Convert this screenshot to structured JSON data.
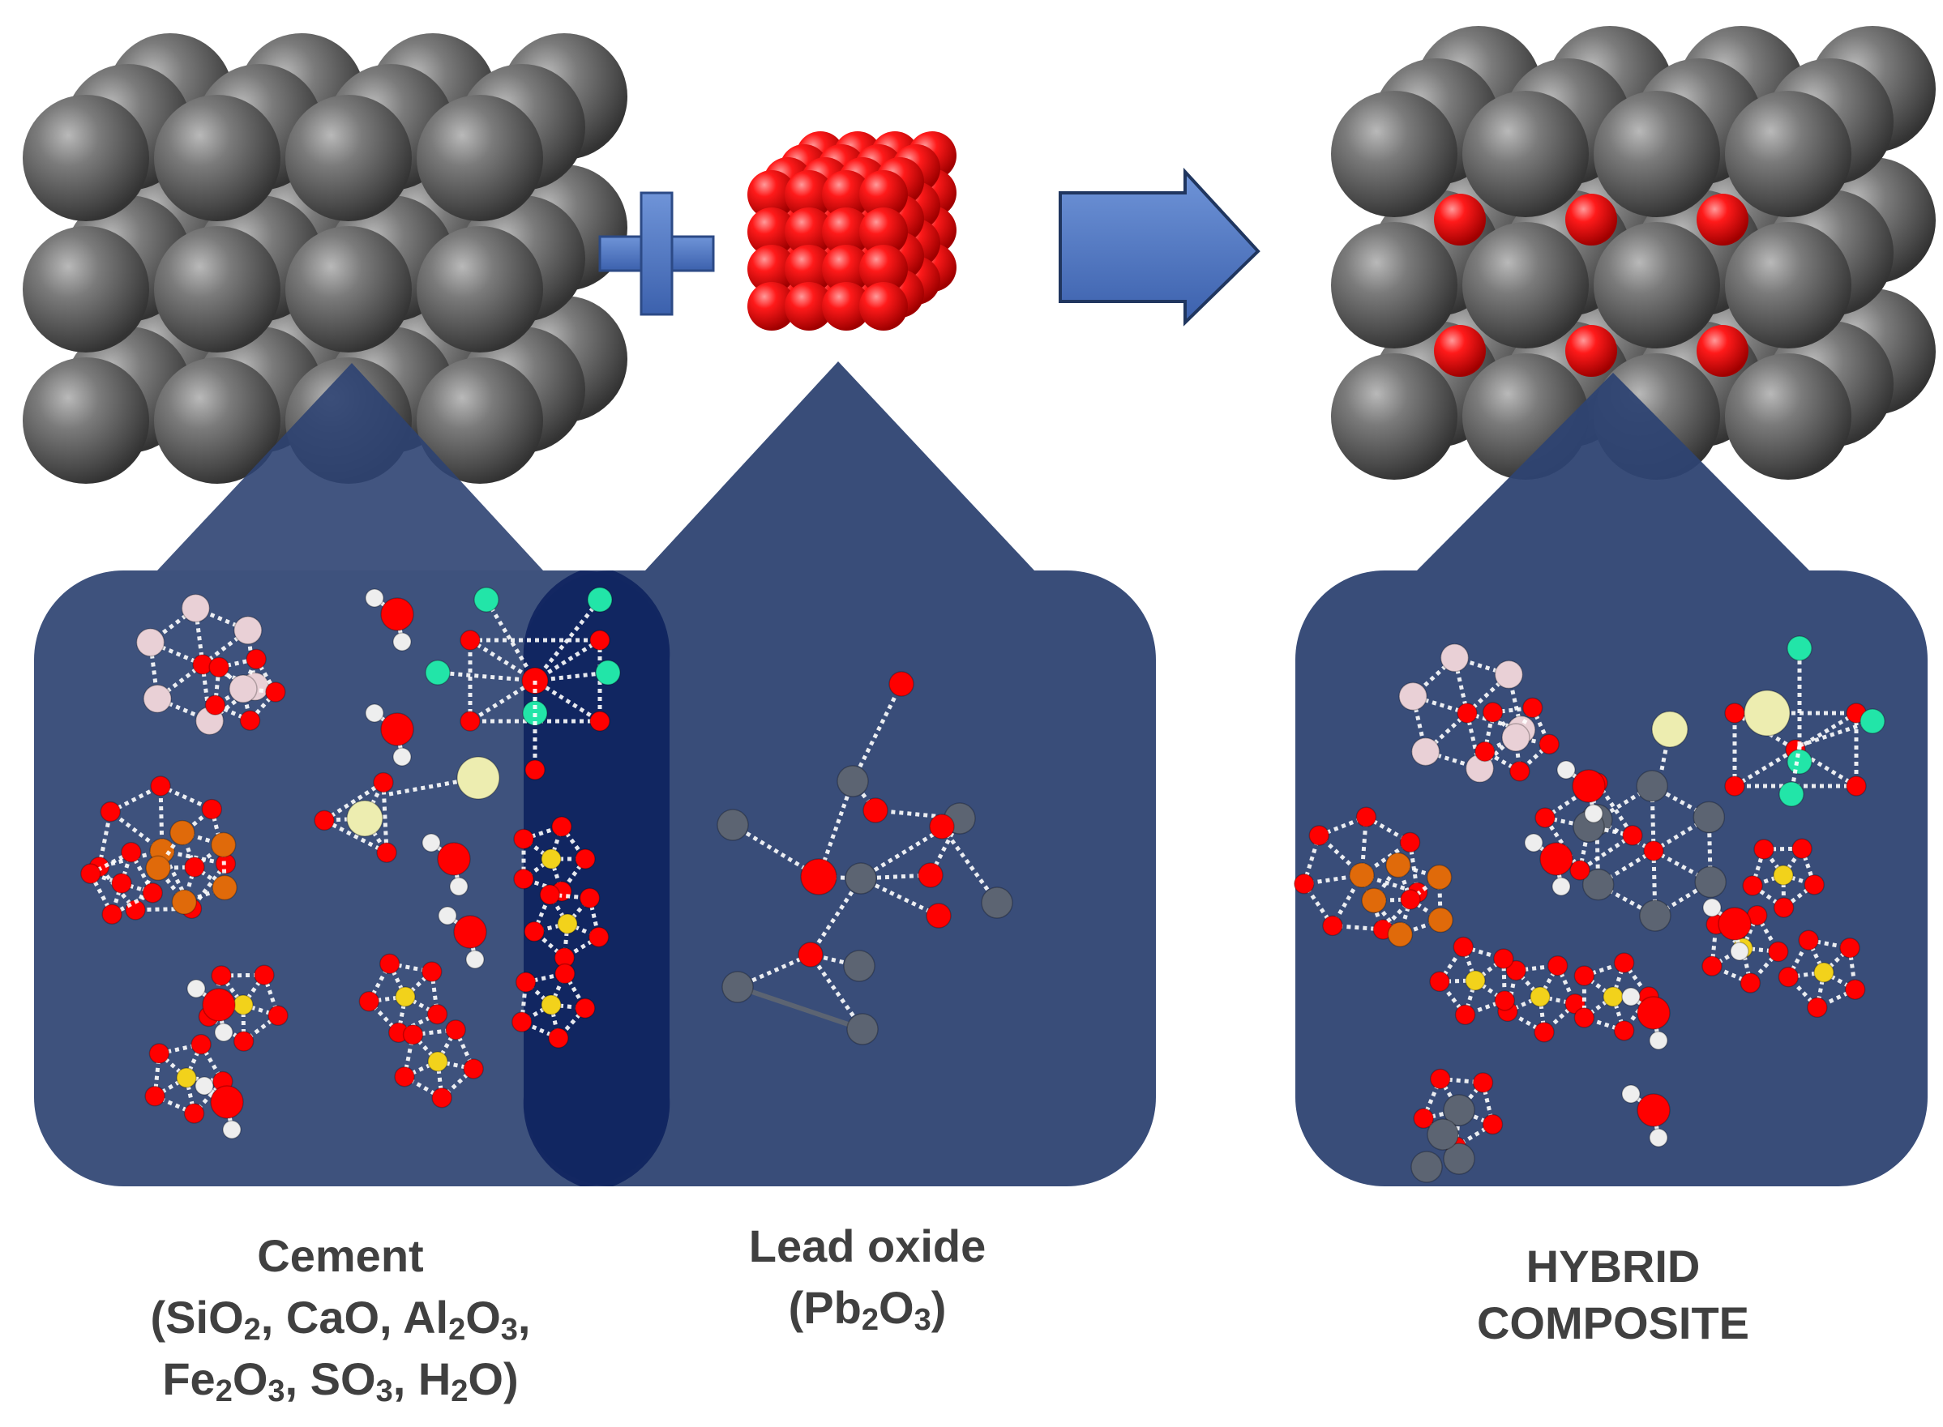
{
  "colors": {
    "sphere": "#5f5f5f",
    "lead_oxide_sphere": "#e00000",
    "panel": "#2e4372",
    "panel_overlap": "#0f2460",
    "arrow": "#4a73bf",
    "oxygen": "#ff0000",
    "silicon": "#f2d21b",
    "iron": "#e06a0a",
    "aluminium": "#e9d0d6",
    "calcium": "#ededb0",
    "hydrogen": "#eeeeee",
    "lead": "#5c6472",
    "chlorine": "#22e5a8",
    "caption_text": "#404040"
  },
  "icons": [
    "plus-icon",
    "right-arrow-icon"
  ],
  "captions": {
    "cement": {
      "title": "Cement",
      "line2": {
        "open": "(",
        "si": "SiO",
        "n2": "2",
        "c1": ", CaO, Al",
        "n2b": "2",
        "o": "O",
        "n3": "3",
        "c2": ","
      },
      "line3": {
        "fe": "Fe",
        "n2": "2",
        "o": "O",
        "n3": "3",
        "c1": ", SO",
        "n3b": "3",
        "c2": ", H",
        "n2b": "2",
        "close": "O)"
      }
    },
    "lead_oxide": {
      "title": "Lead oxide",
      "formula": {
        "open": "(Pb",
        "n2": "2",
        "o": "O",
        "n3": "3",
        "close": ")"
      }
    },
    "hybrid": {
      "line1": "HYBRID",
      "line2": "COMPOSITE"
    }
  }
}
